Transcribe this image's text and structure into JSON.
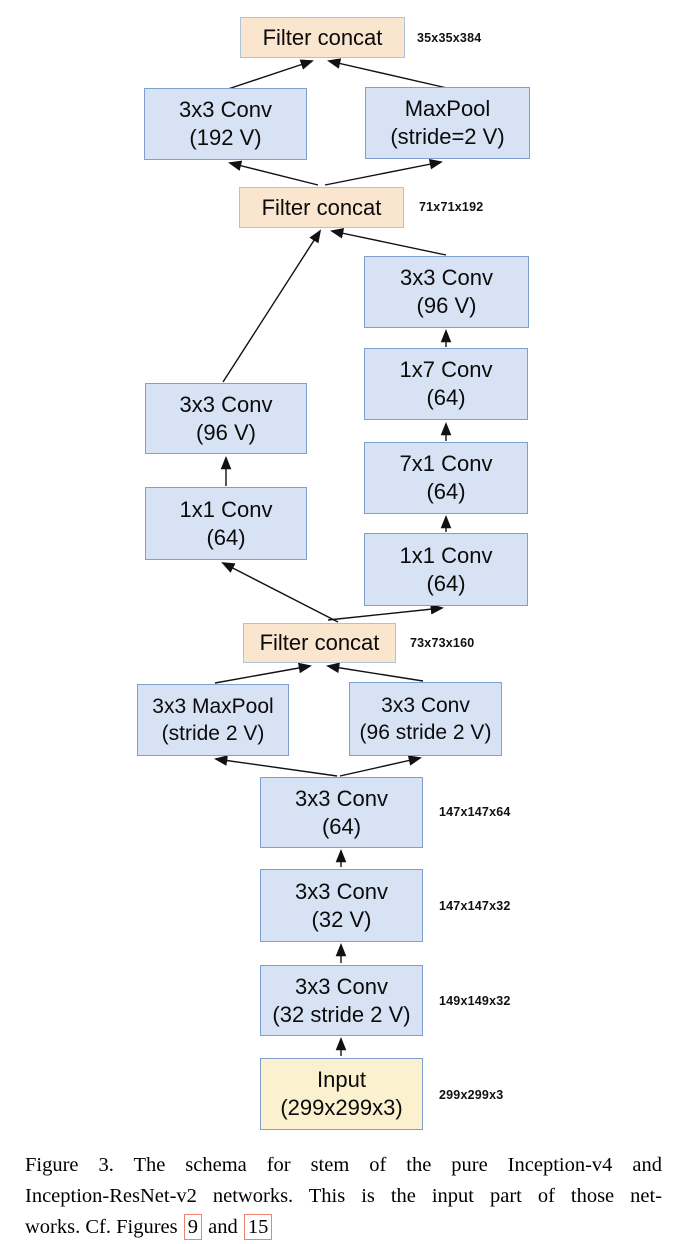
{
  "figure": {
    "nodes": {
      "fc1": {
        "line1": "Filter concat",
        "annotation": "35x35x384"
      },
      "conv192": {
        "line1": "3x3 Conv",
        "line2": "(192 V)"
      },
      "maxpool2": {
        "line1": "MaxPool",
        "line2": "(stride=2 V)"
      },
      "fc2": {
        "line1": "Filter concat",
        "annotation": "71x71x192"
      },
      "conv96r": {
        "line1": "3x3 Conv",
        "line2": "(96 V)"
      },
      "conv1x7": {
        "line1": "1x7 Conv",
        "line2": "(64)"
      },
      "conv7x1": {
        "line1": "7x1 Conv",
        "line2": "(64)"
      },
      "conv1x1r": {
        "line1": "1x1 Conv",
        "line2": "(64)"
      },
      "conv96l": {
        "line1": "3x3 Conv",
        "line2": "(96 V)"
      },
      "conv1x1l": {
        "line1": "1x1 Conv",
        "line2": "(64)"
      },
      "fc3": {
        "line1": "Filter concat",
        "annotation": "73x73x160"
      },
      "maxpool3": {
        "line1": "3x3 MaxPool",
        "line2": "(stride 2 V)"
      },
      "conv96s2": {
        "line1": "3x3 Conv",
        "line2": "(96 stride 2 V)"
      },
      "conv64": {
        "line1": "3x3 Conv",
        "line2": "(64)",
        "annotation": "147x147x64"
      },
      "conv32v": {
        "line1": "3x3 Conv",
        "line2": "(32 V)",
        "annotation": "147x147x32"
      },
      "conv32s2": {
        "line1": "3x3 Conv",
        "line2": "(32 stride 2 V)",
        "annotation": "149x149x32"
      },
      "input": {
        "line1": "Input",
        "line2": "(299x299x3)",
        "annotation": "299x299x3"
      }
    },
    "colors": {
      "conv_fill": "#d7e3f4",
      "conv_border": "#7e9fd0",
      "concat_fill": "#fae5ce",
      "input_fill": "#fbf1cf",
      "ref_border": "#f08070"
    }
  },
  "caption": {
    "line1": "Figure 3. The schema for stem of the pure Inception-v4 and",
    "line2": "Inception-ResNet-v2 networks. This is the input part of those net-",
    "line3_prefix": "works. Cf. Figures",
    "ref1": "9",
    "conj": "and",
    "ref2": "15"
  }
}
